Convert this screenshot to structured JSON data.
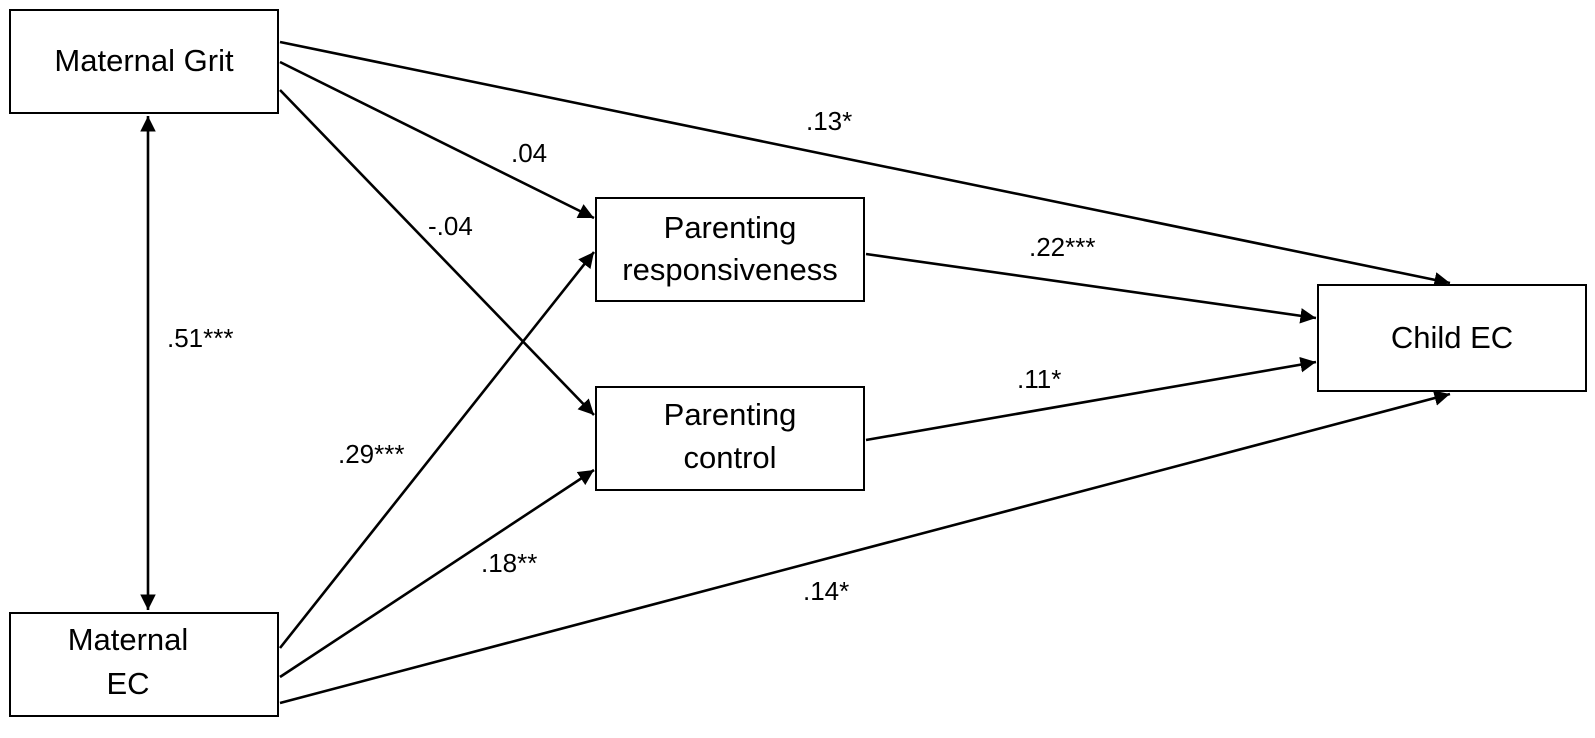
{
  "nodes": {
    "maternal_grit": {
      "lines": [
        "Maternal Grit"
      ]
    },
    "maternal_ec": {
      "lines": [
        "Maternal",
        "EC"
      ]
    },
    "parenting_responsiveness": {
      "lines": [
        "Parenting",
        "responsiveness"
      ]
    },
    "parenting_control": {
      "lines": [
        "Parenting",
        "control"
      ]
    },
    "child_ec": {
      "lines": [
        "Child EC"
      ]
    }
  },
  "edges": {
    "grit_ec_correlation": {
      "label": ".51***"
    },
    "grit_to_responsiveness": {
      "label": ".04"
    },
    "grit_to_control": {
      "label": "-.04"
    },
    "grit_to_child": {
      "label": ".13*"
    },
    "ec_to_responsiveness": {
      "label": ".29***"
    },
    "ec_to_control": {
      "label": ".18**"
    },
    "ec_to_child": {
      "label": ".14*"
    },
    "responsiveness_to_child": {
      "label": ".22***"
    },
    "control_to_child": {
      "label": ".11*"
    }
  }
}
